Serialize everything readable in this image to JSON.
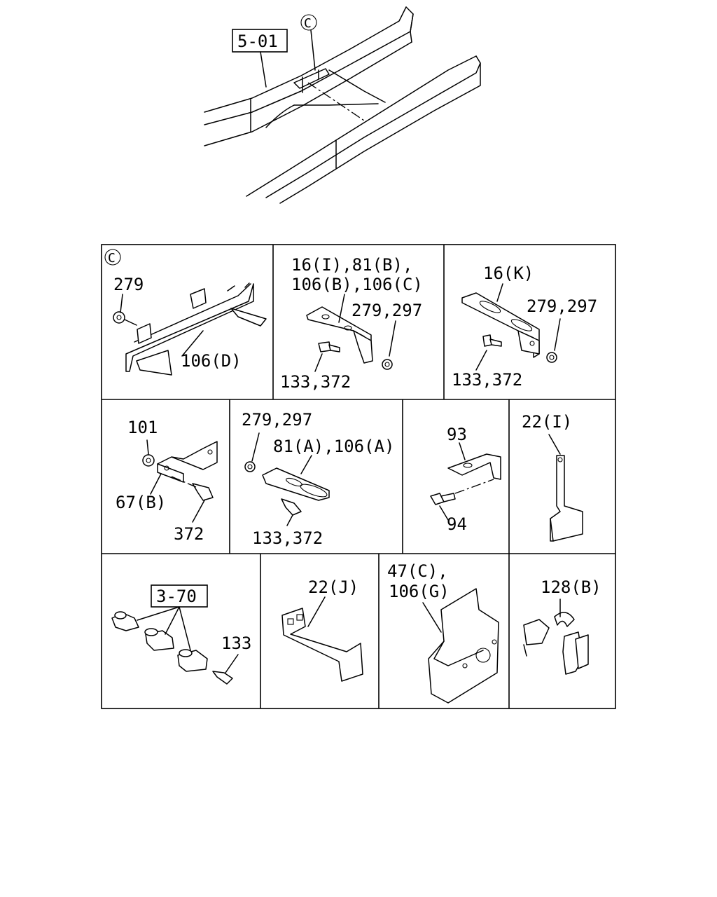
{
  "overview": {
    "ref_box": "5-01",
    "view_marker": "C"
  },
  "panels": {
    "p1": {
      "marker": "C",
      "labels": [
        "279",
        "106(D)"
      ]
    },
    "p2": {
      "labels": [
        "16(I),81(B),",
        "106(B),106(C)",
        "279,297",
        "133,372"
      ]
    },
    "p3": {
      "labels": [
        "16(K)",
        "279,297",
        "133,372"
      ]
    },
    "p4": {
      "labels": [
        "101",
        "67(B)",
        "372"
      ]
    },
    "p5": {
      "labels": [
        "279,297",
        "81(A),106(A)",
        "133,372"
      ]
    },
    "p6": {
      "labels": [
        "93",
        "94"
      ]
    },
    "p7": {
      "labels": [
        "22(I)"
      ]
    },
    "p8": {
      "ref_box": "3-70",
      "labels": [
        "133"
      ]
    },
    "p9": {
      "labels": [
        "22(J)"
      ]
    },
    "p10": {
      "labels": [
        "47(C),",
        "106(G)"
      ]
    },
    "p11": {
      "labels": [
        "128(B)"
      ]
    }
  }
}
